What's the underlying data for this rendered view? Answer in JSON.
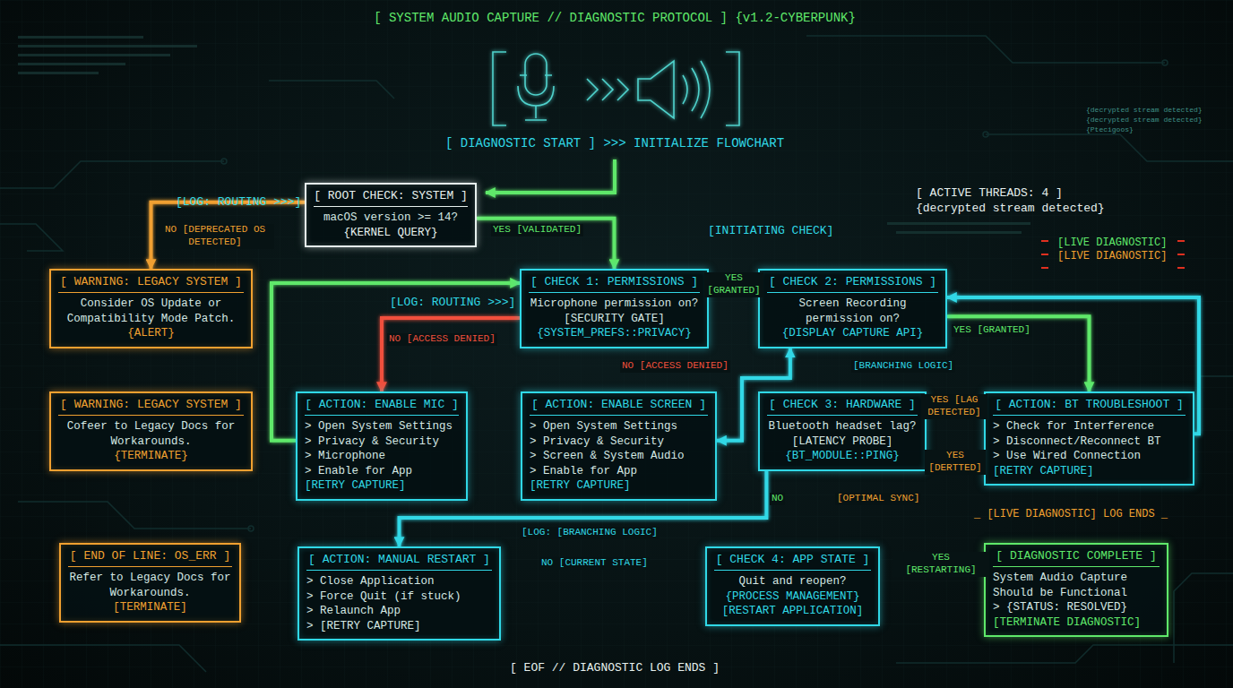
{
  "diagram": {
    "title": "[ SYSTEM AUDIO CAPTURE // DIAGNOSTIC PROTOCOL ] {v1.2-CYBERPUNK}",
    "caption": "[ EOF // DIAGNOSTIC LOG ENDS ]",
    "nodes": [
      {
        "text": [
          "[ ROOT CHECK: SYSTEM ]",
          "macOS version >= 14?",
          "{KERNEL QUERY}"
        ]
      },
      {
        "text": [
          "[ WARNING: LEGACY SYSTEM ]",
          "Consider OS Update or Compatibility Mode Patch.",
          "{ALERT}"
        ]
      },
      {
        "text": [
          "[ WARNING: LEGACY SYSTEM ]",
          "Cofeer to Legacy Docs for Workarounds.",
          "{TERMINATE}"
        ]
      },
      {
        "text": [
          "[ END OF LINE: OS_ERR ]",
          "Refer to Legacy Docs for Workarounds.",
          "[TERMINATE]"
        ]
      },
      {
        "text": [
          "[ CHECK 1: PERMISSIONS ]",
          "Microphone permission on? [SECURITY GATE]",
          "{SYSTEM_PREFS::PRIVACY}"
        ]
      },
      {
        "text": [
          "[ CHECK 2: PERMISSIONS ]",
          "Screen Recording permission on?",
          "{DISPLAY CAPTURE API}"
        ]
      },
      {
        "text": [
          "[ ACTION: ENABLE MIC ]",
          "> Open System Settings",
          "> Privacy & Security",
          "> Microphone",
          "> Enable for App",
          "[RETRY CAPTURE]"
        ]
      },
      {
        "text": [
          "[ ACTION: ENABLE SCREEN ]",
          "> Open System Settings",
          "> Privacy & Security",
          "> Screen & System Audio",
          "> Enable for App",
          "[RETRY CAPTURE]"
        ]
      },
      {
        "text": [
          "[ CHECK 3: HARDWARE ]",
          "Bluetooth headset lag? [LATENCY PROBE]",
          "{BT_MODULE::PING}"
        ]
      },
      {
        "text": [
          "[ ACTION: BT TROUBLESHOOT ]",
          "> Check for Interference",
          "> Disconnect/Reconnect BT",
          "> Use Wired Connection",
          "[RETRY CAPTURE]"
        ]
      },
      {
        "text": [
          "[ ACTION: MANUAL RESTART ]",
          "> Close Application",
          "> Force Quit (if stuck)",
          "> Relaunch App",
          "> [RETRY CAPTURE]"
        ]
      },
      {
        "text": [
          "[ CHECK 4: APP STATE ]",
          "Quit and reopen?",
          "{PROCESS MANAGEMENT}",
          "[RESTART APPLICATION]"
        ]
      },
      {
        "text": [
          "[ DIAGNOSTIC COMPLETE ]",
          "System Audio Capture",
          "Should be Functional",
          "> {STATUS: RESOLVED}",
          "[TERMINATE DIAGNOSTIC]"
        ]
      }
    ],
    "edges": [
      {
        "from": 0,
        "to": 4,
        "arrow": "to",
        "label": "YES [VALIDATED]"
      },
      {
        "from": 0,
        "to": 1,
        "arrow": "to",
        "label": "NO [DEPRECATED OS DETECTED]"
      },
      {
        "from": 1,
        "to": 2,
        "arrow": "to"
      },
      {
        "from": 2,
        "to": 3,
        "arrow": "to"
      },
      {
        "from": 4,
        "to": 5,
        "arrow": "to",
        "label": "YES [GRANTED]"
      },
      {
        "from": 4,
        "to": 6,
        "arrow": "to",
        "label": "NO [ACCESS DENIED]"
      },
      {
        "from": 6,
        "to": 4,
        "arrow": "to"
      },
      {
        "from": 4,
        "to": 7,
        "arrow": "to",
        "label": "NO [ACCESS DENIED]"
      },
      {
        "from": 7,
        "to": 5,
        "arrow": "both"
      },
      {
        "from": 5,
        "to": 8,
        "arrow": "to",
        "label": "[BRANCHING LOGIC]"
      },
      {
        "from": 5,
        "to": 9,
        "arrow": "to",
        "label": "YES [GRANTED]"
      },
      {
        "from": 9,
        "to": 5,
        "arrow": "to"
      },
      {
        "from": 8,
        "to": 9,
        "arrow": "to",
        "label": "YES [LAG DETECTED]"
      },
      {
        "from": 8,
        "to": 9,
        "arrow": "to",
        "label": "YES [DERTTED]"
      },
      {
        "from": 8,
        "to": 11,
        "arrow": "to",
        "label": "NO"
      },
      {
        "from": 8,
        "to": 11,
        "arrow": "to",
        "label": "[OPTIMAL SYNC]"
      },
      {
        "from": 8,
        "to": 10,
        "arrow": "to",
        "label": "[LOG: [BRANCHING LOGIC]"
      },
      {
        "from": 11,
        "to": 10,
        "arrow": "to",
        "label": "NO [CURRENT STATE]"
      },
      {
        "from": 11,
        "to": 12,
        "arrow": "to",
        "label": "YES [RESTARTING]"
      }
    ],
    "labels": [
      "[ DIAGNOSTIC START ] >>> INITIALIZE FLOWCHART",
      "[LOG: ROUTING >>>]",
      "[LOG: ROUTING >>>]",
      "[ ACTIVE THREADS: 4 ]",
      "{decrypted stream detected}",
      "[INITIATING CHECK]",
      "[LIVE DIAGNOSTIC]",
      "[LIVE DIAGNOSTIC]",
      "_ [LIVE DIAGNOSTIC] LOG ENDS _",
      "{decrypted stream detected}",
      "{decrypted stream detected}",
      "{Ptecigoos}"
    ]
  }
}
